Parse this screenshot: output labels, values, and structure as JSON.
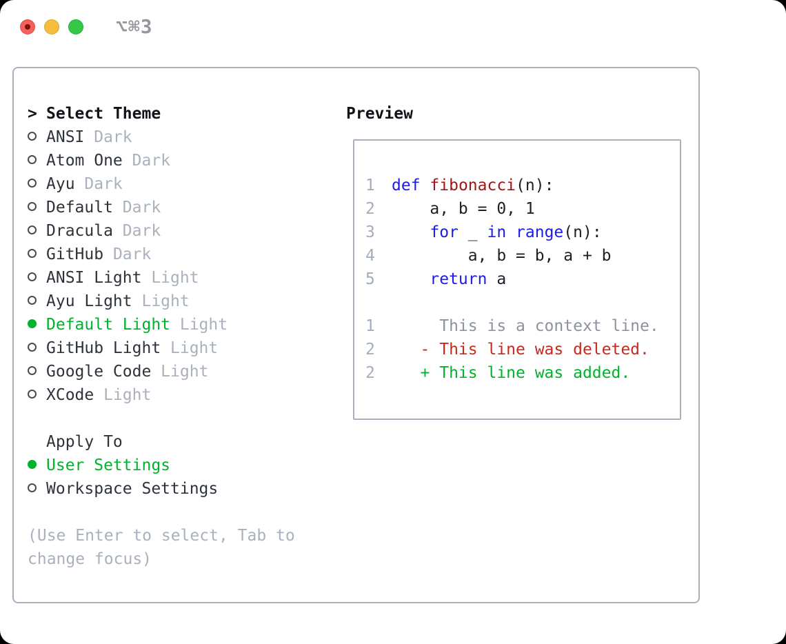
{
  "titlebar": {
    "shortcut": "⌥⌘3",
    "buttons": [
      "close",
      "minimize",
      "zoom"
    ]
  },
  "colors": {
    "green": "#00b22d",
    "keyword_blue": "#1b1bf0",
    "function_red": "#a31515",
    "deleted_red": "#c9291a",
    "context_gray": "#8d939c",
    "muted_gray": "#a9b1bd",
    "line_number_gray": "#a4adba",
    "border_gray": "#a9b0bc",
    "text_dark": "#2e333b",
    "header_dark": "#101318",
    "shortcut_gray": "#96969c",
    "traffic_red": "#f4605a",
    "traffic_red_dot": "#7d120c",
    "traffic_yellow": "#f7bd3c",
    "traffic_green": "#34c748"
  },
  "theme_panel": {
    "pointer": ">",
    "header": "Select Theme",
    "items": [
      {
        "name": "ANSI",
        "variant": "Dark",
        "selected": false
      },
      {
        "name": "Atom One",
        "variant": "Dark",
        "selected": false
      },
      {
        "name": "Ayu",
        "variant": "Dark",
        "selected": false
      },
      {
        "name": "Default",
        "variant": "Dark",
        "selected": false
      },
      {
        "name": "Dracula",
        "variant": "Dark",
        "selected": false
      },
      {
        "name": "GitHub",
        "variant": "Dark",
        "selected": false
      },
      {
        "name": "ANSI Light",
        "variant": "Light",
        "selected": false
      },
      {
        "name": "Ayu Light",
        "variant": "Light",
        "selected": false
      },
      {
        "name": "Default Light",
        "variant": "Light",
        "selected": true
      },
      {
        "name": "GitHub Light",
        "variant": "Light",
        "selected": false
      },
      {
        "name": "Google Code",
        "variant": "Light",
        "selected": false
      },
      {
        "name": "XCode",
        "variant": "Light",
        "selected": false
      }
    ],
    "apply_header": "Apply To",
    "apply_options": [
      {
        "label": "User Settings",
        "selected": true
      },
      {
        "label": "Workspace Settings",
        "selected": false
      }
    ],
    "help_lines": [
      "(Use Enter to select, Tab to",
      "change focus)"
    ]
  },
  "preview": {
    "header": "Preview",
    "lines": [
      {
        "num": "1",
        "segs": [
          {
            "c": "kw",
            "t": "def"
          },
          {
            "c": "pl-t",
            "t": " "
          },
          {
            "c": "fn",
            "t": "fibonacci"
          },
          {
            "c": "pl-t",
            "t": "(n):"
          }
        ]
      },
      {
        "num": "2",
        "segs": [
          {
            "c": "pl-t",
            "t": "    a, b = 0, 1"
          }
        ]
      },
      {
        "num": "3",
        "segs": [
          {
            "c": "pl-t",
            "t": "    "
          },
          {
            "c": "kw",
            "t": "for"
          },
          {
            "c": "pl-t",
            "t": " _ "
          },
          {
            "c": "kw",
            "t": "in"
          },
          {
            "c": "pl-t",
            "t": " "
          },
          {
            "c": "kw",
            "t": "range"
          },
          {
            "c": "pl-t",
            "t": "(n):"
          }
        ]
      },
      {
        "num": "4",
        "segs": [
          {
            "c": "pl-t",
            "t": "        a, b = b, a + b"
          }
        ]
      },
      {
        "num": "5",
        "segs": [
          {
            "c": "pl-t",
            "t": "    "
          },
          {
            "c": "kw",
            "t": "return"
          },
          {
            "c": "pl-t",
            "t": " a"
          }
        ]
      },
      {
        "num": "",
        "segs": []
      },
      {
        "num": "1",
        "segs": [
          {
            "c": "ctx",
            "t": "     This is a context line."
          }
        ]
      },
      {
        "num": "2",
        "segs": [
          {
            "c": "del",
            "t": "   - This line was deleted."
          }
        ]
      },
      {
        "num": "2",
        "segs": [
          {
            "c": "add",
            "t": "   + This line was added."
          }
        ]
      }
    ]
  }
}
